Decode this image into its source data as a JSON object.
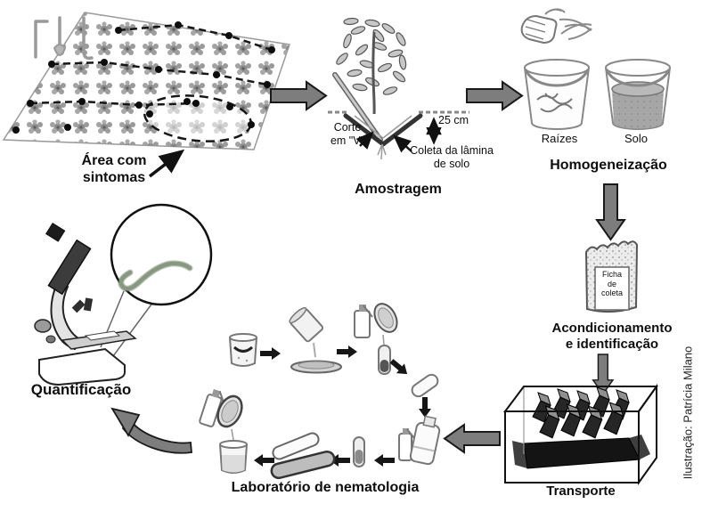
{
  "diagram": {
    "field": {
      "label": "Área com\nsintomas"
    },
    "sampling": {
      "label": "Amostragem",
      "cut": "Corte\nem \"V\"",
      "depth": "25 cm",
      "soil_blade": "Coleta da lâmina\nde solo"
    },
    "homogenization": {
      "label": "Homogeneização",
      "roots": "Raízes",
      "soil": "Solo"
    },
    "packing": {
      "label": "Acondicionamento\ne identificação",
      "bag_tag": "Ficha\nde\ncoleta"
    },
    "transport": {
      "label": "Transporte"
    },
    "laboratory": {
      "label": "Laboratório de nematologia"
    },
    "quantification": {
      "label": "Quantificação"
    },
    "credit": "Ilustração: Patrícia Milano"
  },
  "colors": {
    "arrow_fill": "#7d7d7d",
    "arrow_outline": "#1a1a1a",
    "small_arrow": "#161616",
    "nematode": "#86997f",
    "sketch_gray": "#8a8a8a"
  }
}
